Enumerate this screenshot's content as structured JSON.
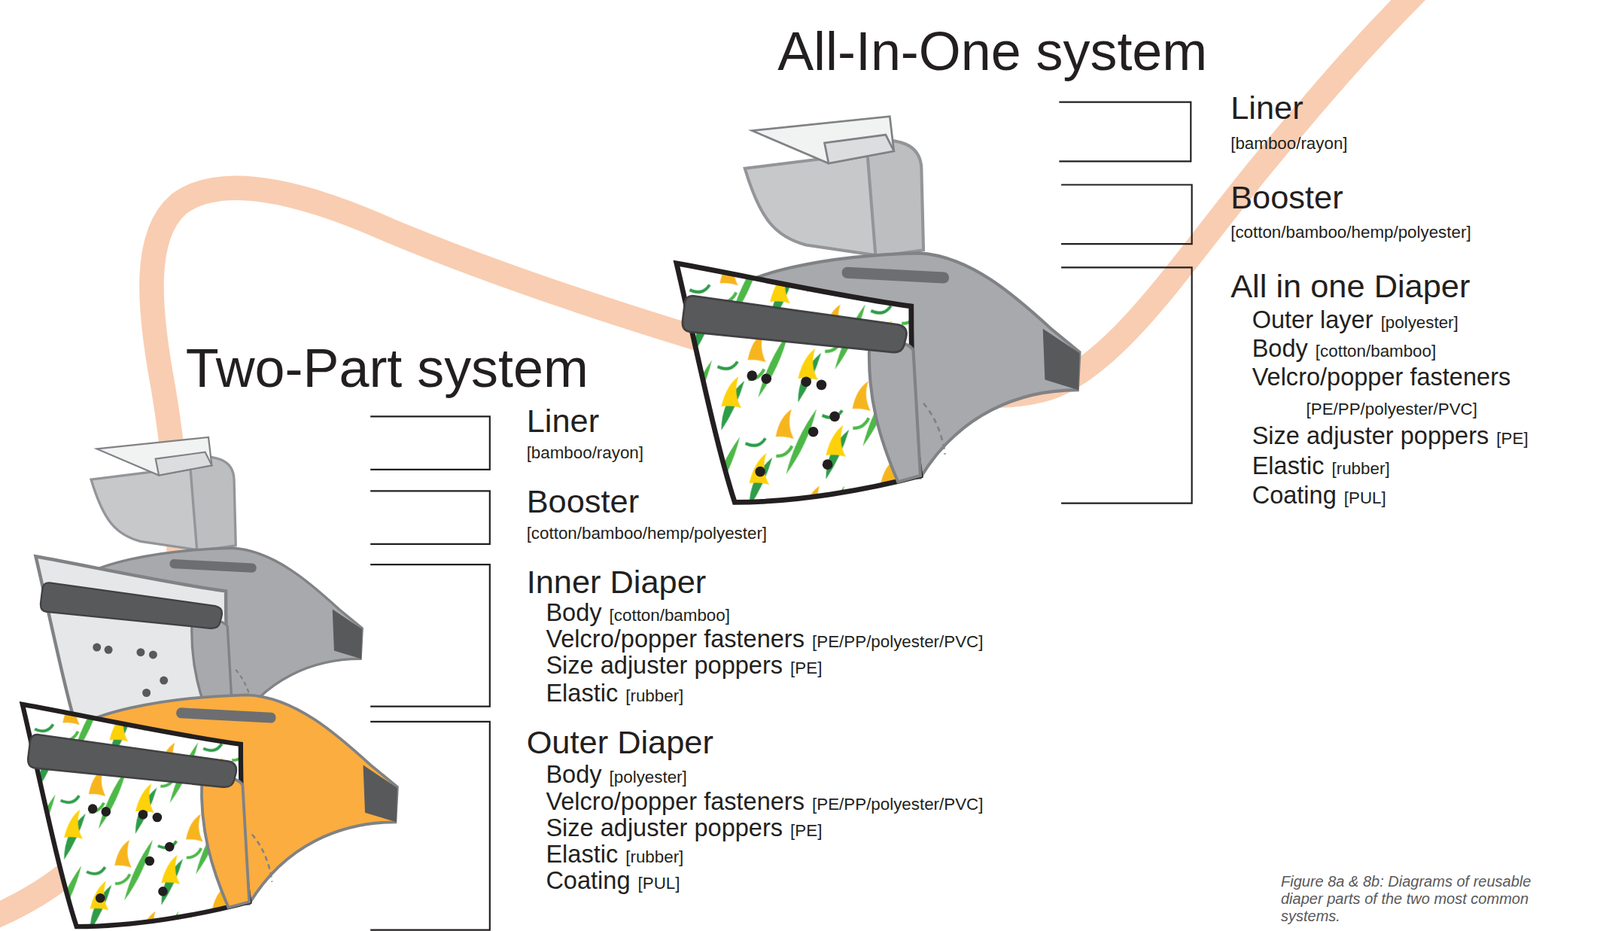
{
  "diagram": {
    "caption": "Figure 8a & 8b: Diagrams of reusable diaper parts of the two most common systems.",
    "labels": [
      "All-In-One system",
      "Liner",
      "[bamboo/rayon]",
      "Booster",
      "[cotton/bamboo/hemp/polyester]",
      "All in one Diaper",
      "Outer layer",
      "[polyester]",
      "Body",
      "[cotton/bamboo]",
      "Velcro/popper fasteners",
      "[PE/PP/polyester/PVC]",
      "Size adjuster poppers",
      "[PE]",
      "Elastic",
      "[rubber]",
      "Coating",
      "[PUL]",
      "Two-Part system",
      "Liner",
      "[bamboo/rayon]",
      "Booster",
      "[cotton/bamboo/hemp/polyester]",
      "Inner Diaper",
      "Body",
      "[cotton/bamboo]",
      "Velcro/popper fasteners",
      "[PE/PP/polyester/PVC]",
      "Size adjuster poppers",
      "[PE]",
      "Elastic",
      "[rubber]",
      "Outer Diaper",
      "Body",
      "[polyester]",
      "Velcro/popper fasteners",
      "[PE/PP/polyester/PVC]",
      "Size adjuster poppers",
      "[PE]",
      "Elastic",
      "[rubber]",
      "Coating",
      "[PUL]"
    ]
  }
}
